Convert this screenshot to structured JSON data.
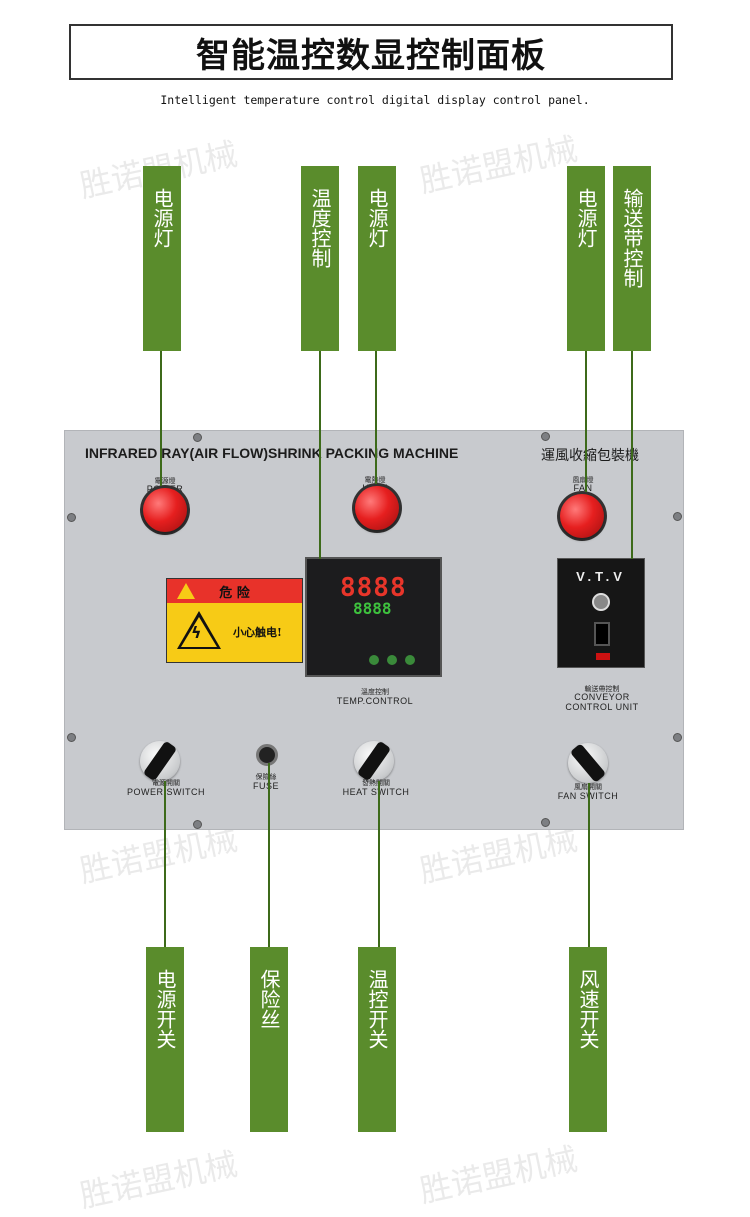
{
  "header": {
    "title": "智能温控数显控制面板",
    "subtitle": "Intelligent temperature control digital display control panel."
  },
  "watermark": "胜诺盟机械",
  "callouts_top": [
    {
      "text": "电源灯"
    },
    {
      "text": "温度控制"
    },
    {
      "text": "电源灯"
    },
    {
      "text": "电源灯"
    },
    {
      "text": "输送带控制"
    }
  ],
  "callouts_bottom": [
    {
      "text": "电源开关"
    },
    {
      "text": "保险丝"
    },
    {
      "text": "温控开关"
    },
    {
      "text": "风速开关"
    }
  ],
  "panel": {
    "heading_en": "INFRARED RAY(AIR FLOW)SHRINK PACKING MACHINE",
    "heading_cn": "運風收縮包裝機",
    "power_lamp_label": "POWER",
    "heat_lamp_label": "HEAT",
    "fan_lamp_label": "FAN",
    "warning_title": "危 险",
    "warning_text": "小心触电!",
    "controller_pv": "8888",
    "controller_sv": "8888",
    "temp_control_label": "TEMP.CONTROL",
    "vtv_title": "V.T.V",
    "conveyor_label_1": "CONVEYOR",
    "conveyor_label_2": "CONTROL  UNIT",
    "power_switch_label": "POWER SWITCH",
    "fuse_label": "FUSE",
    "heat_switch_label": "HEAT  SWITCH",
    "fan_switch_label": "FAN SWITCH"
  },
  "colors": {
    "tag_green": "#5a8c2c",
    "lamp_red": "#e61f1f",
    "warning_yellow": "#f7cb16",
    "panel_gray": "#c8cace"
  }
}
